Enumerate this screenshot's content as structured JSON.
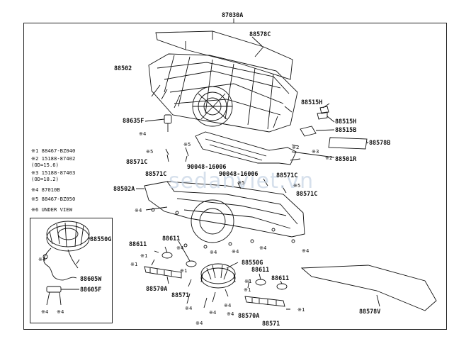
{
  "assembly": "87030A",
  "watermark": "sedanviet.vn",
  "labels": {
    "p88578C": "88578C",
    "p88502": "88502",
    "p88635F": "88635F",
    "p88515H_a": "88515H",
    "p88515H_b": "88515H",
    "p88515B": "88515B",
    "p88578B": "88578B",
    "p88501R": "88501R",
    "p88571C_a": "88571C",
    "p88571C_b": "88571C",
    "p88571C_c": "88571C",
    "p88571C_d": "88571C",
    "p90048_a": "90048-16006",
    "p90048_b": "90048-16006",
    "p88502A": "88502A",
    "p88550G_a": "88550G",
    "p88550G_b": "88550G",
    "p88605W": "88605W",
    "p88605F": "88605F",
    "p88611_a": "88611",
    "p88611_b": "88611",
    "p88611_c": "88611",
    "p88611_d": "88611",
    "p88570A_a": "88570A",
    "p88570A_b": "88570A",
    "p88571_a": "88571",
    "p88571_b": "88571",
    "p88578V": "88578V"
  },
  "legend": [
    "※1 88467-BZ040",
    "※2 15188-87402",
    "    (OD=15.6)",
    "※3 15188-87403",
    "    (OD=18.2)",
    "※4 87010B",
    "※5 88467-BZ050",
    "※6 UNDER VIEW"
  ],
  "marks": {
    "m1": "※1",
    "m2": "※2",
    "m3": "※3",
    "m4": "※4",
    "m5": "※5",
    "m6": "※6"
  }
}
